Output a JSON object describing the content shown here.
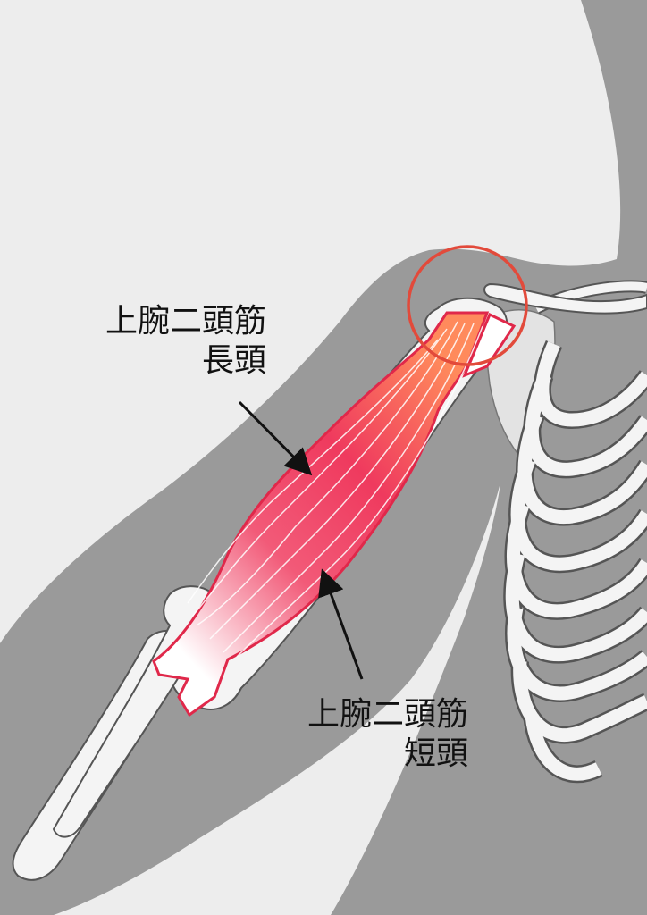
{
  "labels": {
    "long_head": {
      "line1": "上腕二頭筋",
      "line2": "長頭"
    },
    "short_head": {
      "line1": "上腕二頭筋",
      "line2": "短頭"
    }
  },
  "colors": {
    "background": "#ededed",
    "silhouette": "#9a9a9a",
    "bone_fill": "#f4f4f4",
    "bone_stroke": "#555555",
    "muscle_outline": "#e0284a",
    "muscle_core": "#ee3358",
    "highlight_circle": "#e24a3b",
    "arrow": "#111111"
  }
}
